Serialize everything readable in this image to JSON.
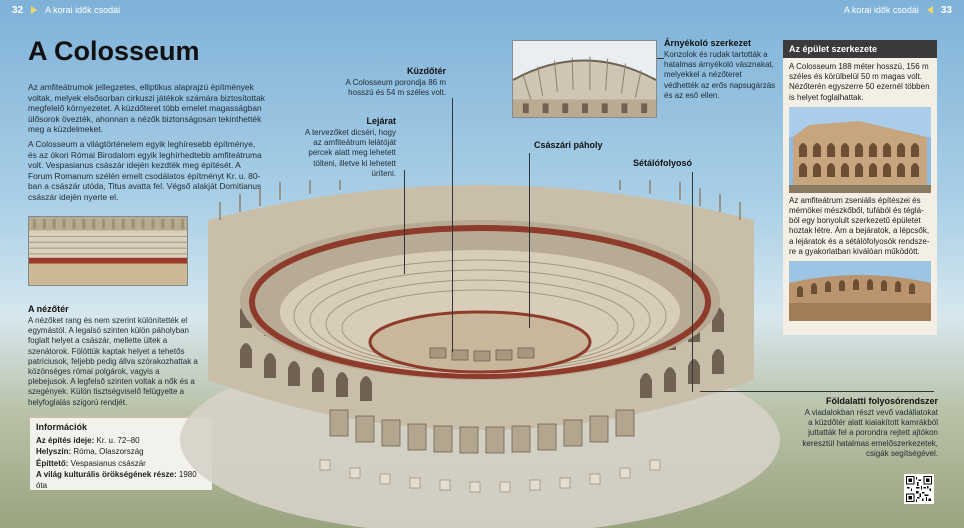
{
  "header": {
    "left_page": "32",
    "left_section": "A korai idők csodái",
    "right_section": "A korai idők csodái",
    "right_page": "33"
  },
  "title": "A Colosseum",
  "intro": [
    "Az amfiteátrumok jellegzetes, elliptikus alaprajzú építmények voltak, melyek elsősorban cirkuszi játékok számára biztosítot­tak megfelelő környezetet. A küzdőteret több emelet magas­ságban ülősorok övezték, ahonnan a nézők biztonságosan tekinthették meg a küzdelmeket.",
    "A Colosseum a világtörténelem egyik leghíresebb építménye, és az ókori Római Birodalom egyik leghírhedtebb amfiteát­ruma volt. Vespasianus császár idején kezdték meg építését. A Forum Romanum szélén emelt csodálatos építményt Kr. u. 80-ban a császár utóda, Titus avatta fel. Végső alakját Domitianus császár idején nyerte el."
  ],
  "nezoter": {
    "heading": "A nézőtér",
    "text": "A nézőket rang és nem szerint különítették el egymástól. A legalsó szinten külön páholyban foglalt helyet a császár, mellette ültek a szenátorok. Fölöttük kaptak helyet a tehetős patríciusok, feljebb pedig állva szórakozhattak a közönséges római polgárok, vagyis a plebejusok. A legfelső szinten voltak a nők és a szegények. Külön tisztségviselő felügyelte a helyfoglalás szigorú rendjét."
  },
  "info": {
    "heading": "Információk",
    "rows": [
      {
        "label": "Az építés ideje:",
        "value": "Kr. u. 72–80"
      },
      {
        "label": "Helyszín:",
        "value": "Róma, Olaszország"
      },
      {
        "label": "Építtető:",
        "value": "Vespasianus császár"
      },
      {
        "label": "A világ kulturális örökségének része:",
        "value": "1980 óta"
      }
    ]
  },
  "callouts": {
    "kuzdoter": {
      "heading": "Küzdőtér",
      "text": "A Colosseum porondja 86 m hosszú és 54 m széles volt."
    },
    "lejarat": {
      "heading": "Lejárat",
      "text": "A tervezőket dicséri, hogy az amfiteátrum lelátóját percek alatt meg lehetett tölteni, illetve ki lehetett üríteni."
    },
    "csaszari": {
      "heading": "Császári páholy"
    },
    "setalo": {
      "heading": "Sétálófolyosó"
    },
    "arnyek": {
      "heading": "Árnyékoló szerkezet",
      "text": "Konzolok és rudak tartották a hatalmas árnyékoló vász­nakat, melyekkel a néző­teret védhették az erős nap­sugárzás és az eső ellen."
    },
    "fold": {
      "heading": "Földalatti folyosórendszer",
      "text": "A viadalokban részt vevő vadállatokat a küzdőtér alatt kialakított kamrákból juttatták fel a porondra rejtett ajtókon keresztül hatalmas emelőszerkezetek, csigák segítségével."
    }
  },
  "sidebar": {
    "heading": "Az épület szerkezete",
    "text1": "A Colosseum 188 méter hosszú, 156 m széles és körülbelül 50 m magas volt. Nézőterén egyszerre 50 ezernél többen is helyet foglalhattak.",
    "text2": "Az amfiteátrum zseniális építészei és mérnökei mészkőből, tufából és téglá­ból egy bonyolult szerkezetű épületet hoztak létre. Ám a bejáratok, a lépcsők, a lejáratok és a sétálófolyosók rendsze­re a gyakorlatban kiválóan működött."
  },
  "colors": {
    "stone": "#cfc5b4",
    "stone_dark": "#8b7d69",
    "brick": "#8e3b2b",
    "arena_sand": "#c9b79b",
    "sky": "#7fb2d8",
    "header_accent": "#f0d56a"
  }
}
